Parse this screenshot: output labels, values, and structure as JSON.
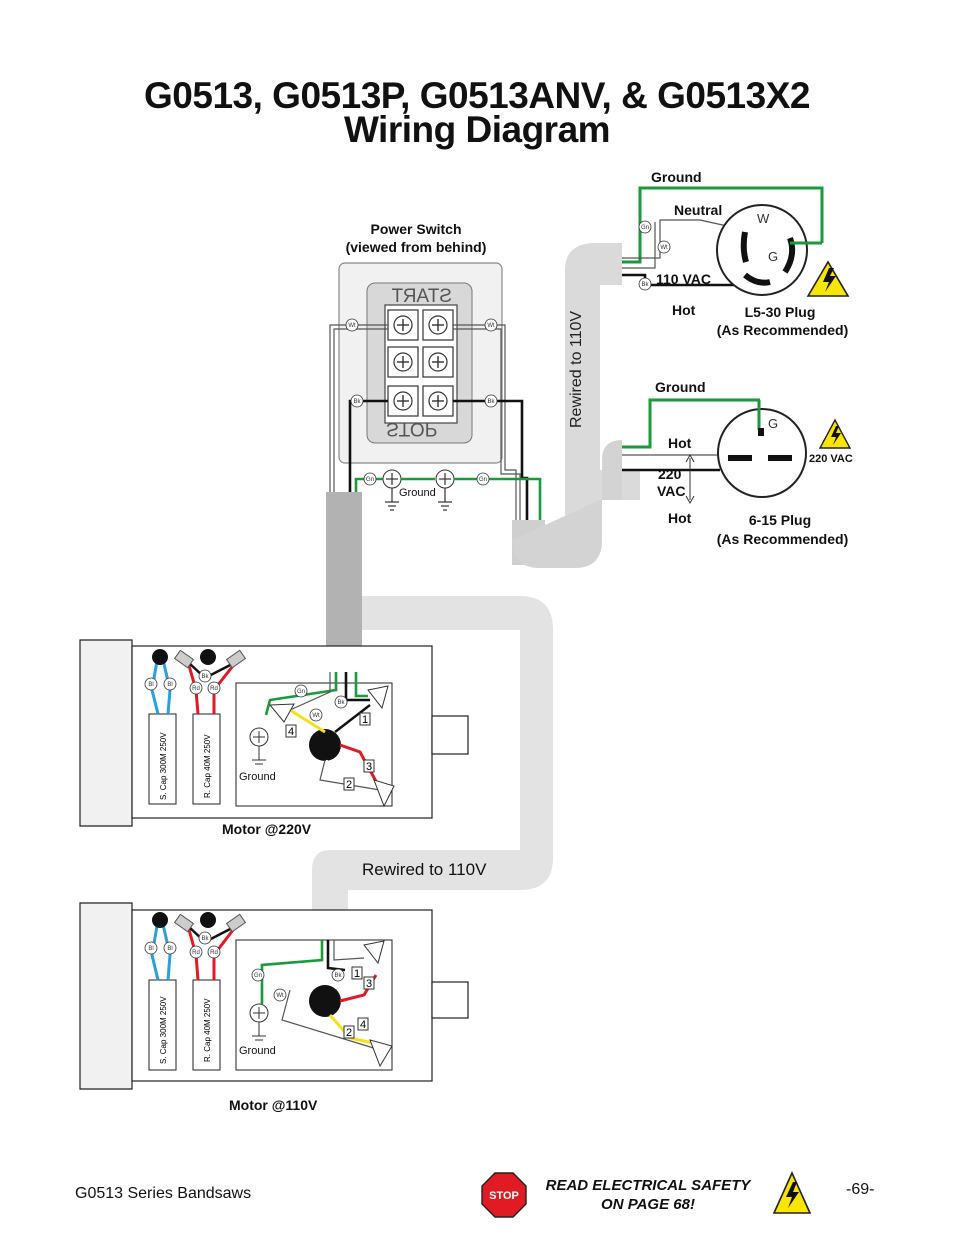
{
  "title": {
    "line1": "G0513, G0513P, G0513ANV, & G0513X2",
    "line2": "Wiring Diagram"
  },
  "switch": {
    "label_line1": "Power Switch",
    "label_line2": "(viewed from behind)",
    "start": "START",
    "stop": "STOP",
    "ground_label": "Ground"
  },
  "plug110": {
    "ground": "Ground",
    "neutral": "Neutral",
    "voltage": "110 VAC",
    "hot": "Hot",
    "name_line1": "L5-30 Plug",
    "name_line2": "(As Recommended)",
    "pin_w": "W",
    "pin_g": "G"
  },
  "plug220": {
    "ground": "Ground",
    "hot_top": "Hot",
    "voltage_line1": "220",
    "voltage_line2": "VAC",
    "hot_bottom": "Hot",
    "name_line1": "6-15 Plug",
    "name_line2": "(As Recommended)",
    "pin_g": "G",
    "warning_voltage": "220 VAC"
  },
  "conduit": {
    "rewired_vertical": "Rewired to 110V",
    "rewired_horizontal": "Rewired to 110V"
  },
  "motor220": {
    "label": "Motor @220V",
    "s_cap": "S. Cap 300M 250V",
    "r_cap": "R. Cap 40M 250V",
    "ground": "Ground",
    "terminals": [
      "1",
      "2",
      "3",
      "4"
    ]
  },
  "motor110": {
    "label": "Motor @110V",
    "s_cap": "S. Cap 300M 250V",
    "r_cap": "R. Cap 40M 250V",
    "ground": "Ground",
    "terminals": [
      "1",
      "2",
      "3",
      "4"
    ]
  },
  "wire_tags": {
    "white": "Wt",
    "black": "Bk",
    "green": "Gn",
    "blue": "Bl",
    "red": "Rd"
  },
  "footer": {
    "left": "G0513 Series Bandsaws",
    "safety_line1": "READ ELECTRICAL SAFETY",
    "safety_line2": "ON PAGE 68!",
    "stop_sign": "STOP",
    "page": "-69-"
  },
  "colors": {
    "green": "#1a9a3a",
    "red": "#e01b24",
    "blue": "#2aa0dc",
    "yellow": "#f4e21a",
    "conduit": "#d9d9d9",
    "warning": "#f6e600"
  }
}
